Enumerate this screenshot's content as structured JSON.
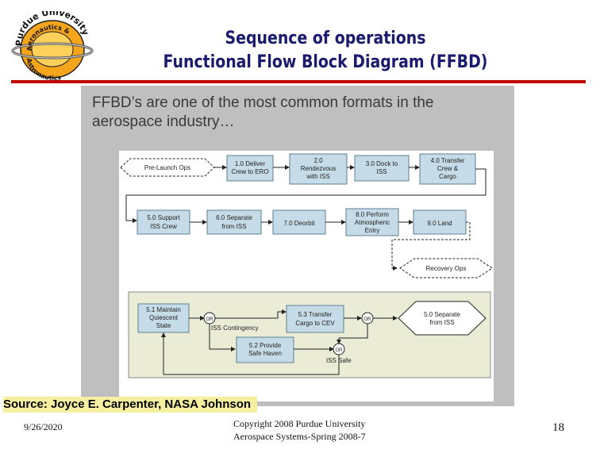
{
  "header": {
    "logo_top": "Purdue University",
    "logo_mid": "Aeronautics &",
    "logo_bottom": "Astronautics",
    "title_line1": "Sequence of operations",
    "title_line2": "Functional Flow Block Diagram (FFBD)"
  },
  "panel": {
    "heading_line1": "FFBD’s are one of the most common formats in the",
    "heading_line2": "aerospace industry…"
  },
  "diagram": {
    "row1": {
      "prelaunch": "Pre-Launch Ops",
      "b1": [
        "1.0 Deliver",
        "Crew to ERO"
      ],
      "b2": [
        "2.0",
        "Rendezvous",
        "with ISS"
      ],
      "b3": [
        "3.0 Dock to",
        "ISS"
      ],
      "b4": [
        "4.0 Transfer",
        "Crew &",
        "Cargo"
      ]
    },
    "row2": {
      "b5": [
        "5.0 Support",
        "ISS Crew"
      ],
      "b6": [
        "6.0 Separate",
        "from ISS"
      ],
      "b7": [
        "7.0 Deorbit"
      ],
      "b8": [
        "8.0 Perform",
        "Atmospheric",
        "Entry"
      ],
      "b9": [
        "9.0 Land"
      ]
    },
    "recovery": "Recovery Ops",
    "sub": {
      "s51": [
        "5.1 Maintain",
        "Quiescent",
        "State"
      ],
      "s53": [
        "5.3 Transfer",
        "Cargo to CEV"
      ],
      "s52": [
        "5.2 Provide",
        "Safe Haven"
      ],
      "s50": [
        "5.0 Separate",
        "from ISS"
      ],
      "or": "OR",
      "iss_contingency": "ISS Contingency",
      "iss_safe": "ISS Safe"
    }
  },
  "source": "Source: Joyce E. Carpenter, NASA Johnson",
  "footer": {
    "date": "9/26/2020",
    "copyright_line1": "Copyright 2008 Purdue University",
    "copyright_line2": "Aerospace Systems-Spring 2008-7",
    "page_number": "18"
  },
  "colors": {
    "title": "#1a1a6e",
    "rule": "#c00000",
    "panel": "#bfbfbf",
    "block_fill": "#c5dbe8",
    "block_stroke": "#5f7f90",
    "subpanel_fill": "#ebecd6",
    "source_highlight": "#f5f0a0"
  }
}
